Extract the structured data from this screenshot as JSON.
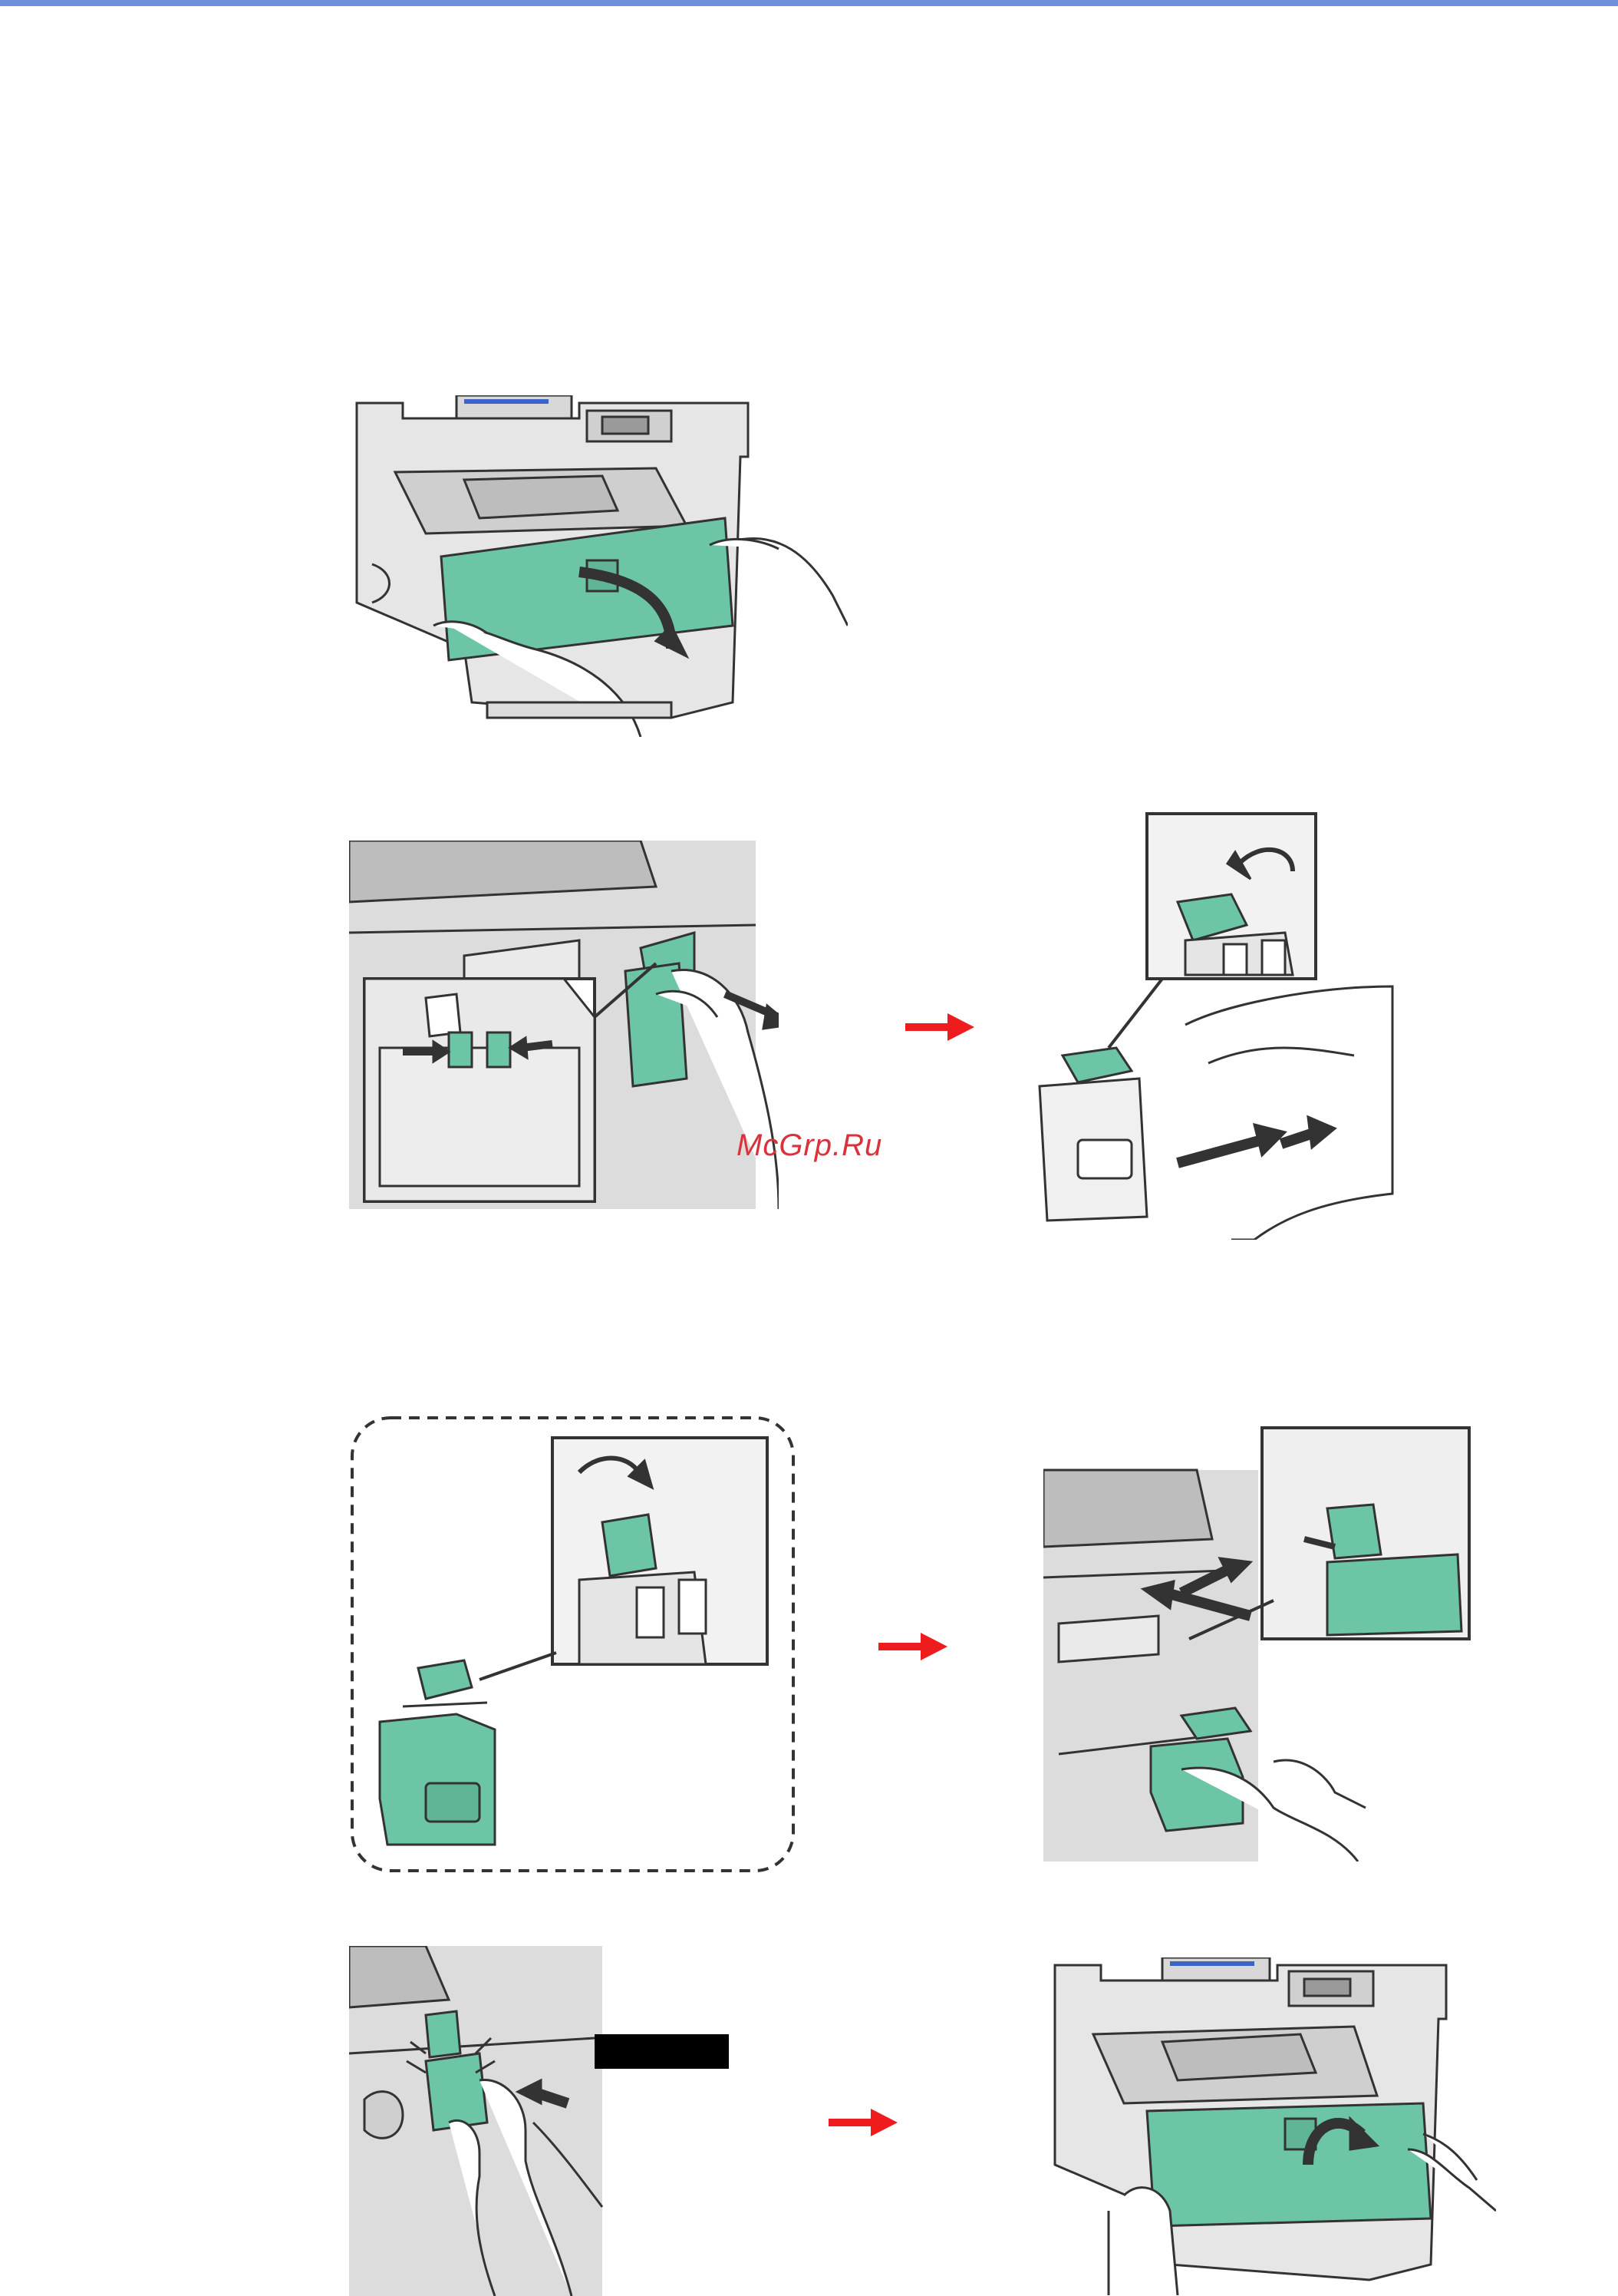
{
  "page": {
    "colors": {
      "top_rule": "#6e8fdc",
      "part_green": "#6cc6a6",
      "machine_gray": "#cfcfcf",
      "step_arrow": "#ee1c1c",
      "watermark": "#d8323c"
    }
  },
  "watermark": {
    "text": "McGrp.Ru"
  },
  "figures": [
    {
      "name": "open-front-cover",
      "icon": "printer-front-cover-open-icon"
    },
    {
      "name": "remove-waste-toner-box",
      "icon": "waste-toner-box-release-icon"
    },
    {
      "name": "cap-and-bag-old-box",
      "icon": "waste-toner-box-cap-bag-icon"
    },
    {
      "name": "prepare-new-box",
      "icon": "new-waste-toner-box-cap-icon"
    },
    {
      "name": "insert-new-box",
      "icon": "insert-waste-toner-box-icon"
    },
    {
      "name": "push-until-click",
      "icon": "waste-toner-box-click-icon"
    },
    {
      "name": "close-front-cover",
      "icon": "printer-front-cover-close-icon"
    }
  ]
}
